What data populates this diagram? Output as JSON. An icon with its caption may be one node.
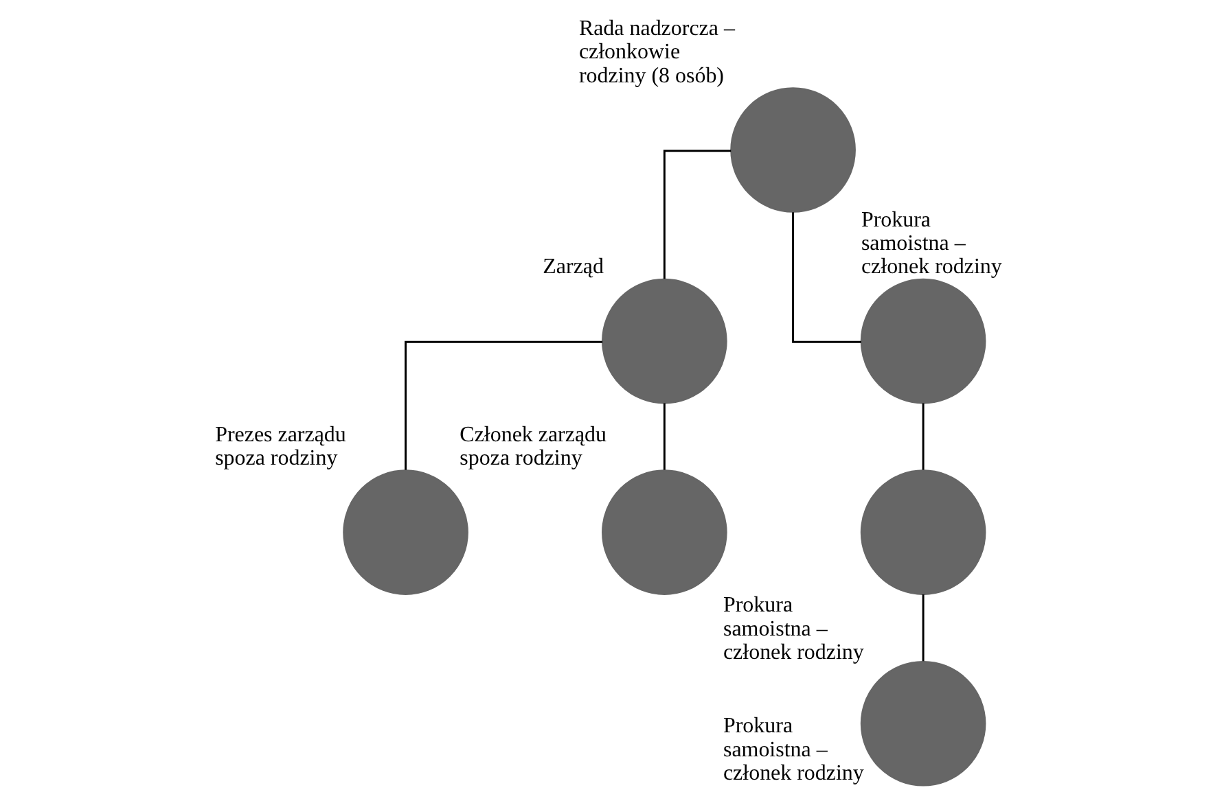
{
  "diagram": {
    "nodes": [
      {
        "text": [],
        "shape": "circle",
        "beside": [
          "Rada nadzorcza – członkowie rodziny (8 osób)"
        ]
      },
      {
        "text": [],
        "shape": "circle",
        "beside": [
          "Zarząd"
        ]
      },
      {
        "text": [],
        "shape": "circle",
        "beside": [
          "Prokura samoistna – członek rodziny"
        ]
      },
      {
        "text": [],
        "shape": "circle",
        "beside": [
          "Prezes zarządu spoza rodziny"
        ]
      },
      {
        "text": [],
        "shape": "circle",
        "beside": [
          "Członek zarządu spoza rodziny"
        ]
      },
      {
        "text": [],
        "shape": "circle",
        "beside": [
          "Prokura samoistna – członek rodziny"
        ]
      },
      {
        "text": [],
        "shape": "circle",
        "beside": [
          "Prokura samoistna – członek rodziny"
        ]
      }
    ],
    "edges": [
      {
        "from": 0,
        "to": 1,
        "arrow": "none"
      },
      {
        "from": 0,
        "to": 2,
        "arrow": "none"
      },
      {
        "from": 1,
        "to": 3,
        "arrow": "none"
      },
      {
        "from": 1,
        "to": 4,
        "arrow": "none"
      },
      {
        "from": 2,
        "to": 5,
        "arrow": "none"
      },
      {
        "from": 5,
        "to": 6,
        "arrow": "none"
      }
    ]
  }
}
